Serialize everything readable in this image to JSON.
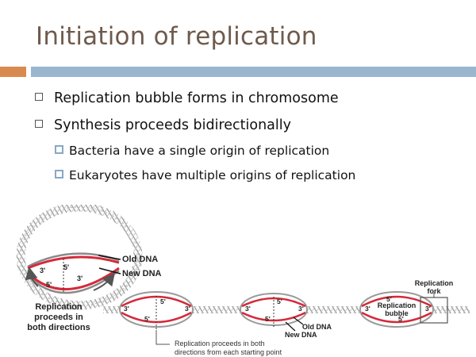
{
  "slide": {
    "title": "Initiation of replication",
    "bullets": [
      "Replication bubble forms in chromosome",
      "Synthesis proceeds bidirectionally"
    ],
    "sub_bullets": [
      "Bacteria have a single origin of replication",
      "Eukaryotes have multiple origins of replication"
    ]
  },
  "diagram": {
    "old_dna": "Old DNA",
    "new_dna": "New DNA",
    "left_caption": [
      "Replication",
      "proceeds in",
      "both directions"
    ],
    "fork_label": [
      "Replication",
      "fork"
    ],
    "bubble_label": [
      "Replication",
      "bubble"
    ],
    "old_dna_small": "Old DNA",
    "new_dna_small": "New DNA",
    "bottom_caption": [
      "Replication proceeds in both",
      "directions from each starting point"
    ],
    "three_prime": "3'",
    "five_prime": "5'",
    "colors": {
      "new_strand": "#d42a3a",
      "old_strand": "#8a8a8a",
      "helix": "#9a9a9a"
    }
  }
}
